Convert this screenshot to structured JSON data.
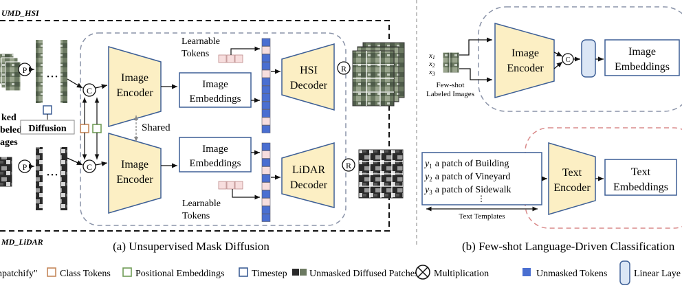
{
  "top_left_label": "UMD_HSI",
  "bottom_left_label": "MD_LiDAR",
  "left_partial_text": [
    "ked",
    "beled",
    "ages"
  ],
  "diffusion_label": "Diffusion",
  "shared_label": "Shared",
  "learnable_tokens_top": [
    "Learnable",
    "Tokens"
  ],
  "learnable_tokens_bottom": [
    "Learnable",
    "Tokens"
  ],
  "image_encoder": [
    "Image",
    "Encoder"
  ],
  "image_embeddings": [
    "Image",
    "Embeddings"
  ],
  "hsi_decoder": [
    "HSI",
    "Decoder"
  ],
  "lidar_decoder": [
    "LiDAR",
    "Decoder"
  ],
  "patchify_symbol": "P",
  "concat_symbol": "C",
  "mult_symbol": "R",
  "dots": "• • •",
  "caption_a": "(a) Unsupervised Mask Diffusion",
  "caption_b": "(b) Few-shot Language-Driven Classification",
  "fewshot_x": [
    "x",
    "x",
    "x"
  ],
  "fewshot_sub": [
    "1",
    "2",
    "3"
  ],
  "fewshot_label": [
    "Few-shot",
    "Labeled Images"
  ],
  "text_templates": {
    "rows": [
      {
        "var": "y",
        "sub": "1",
        "text": "a patch of Building"
      },
      {
        "var": "y",
        "sub": "2",
        "text": "a patch of Vineyard"
      },
      {
        "var": "y",
        "sub": "3",
        "text": "a patch of Sidewalk"
      }
    ],
    "ellipsis": "⋮",
    "label": "Text Templates"
  },
  "text_encoder": [
    "Text",
    "Encoder"
  ],
  "text_embeddings": [
    "Text",
    "Embeddings"
  ],
  "legend": {
    "patchify": "npatchify\"",
    "class_tokens": "Class Tokens",
    "positional_embeddings": "Positional Embeddings",
    "timestep": "Timestep",
    "unmasked_patches": "Unmasked Diffused Patches",
    "multiplication": "Multiplication",
    "unmasked_tokens": "Unmasked Tokens",
    "linear_layer": "Linear Laye"
  },
  "colors": {
    "encoder_fill": "#fcefc4",
    "token_blue": "#4a6fd1",
    "token_pink": "#f7dede",
    "class_token": "#c5875a",
    "pos_embed": "#6f9c56",
    "timestep": "#3d5f96",
    "linear_fill": "#dbe6f5"
  }
}
